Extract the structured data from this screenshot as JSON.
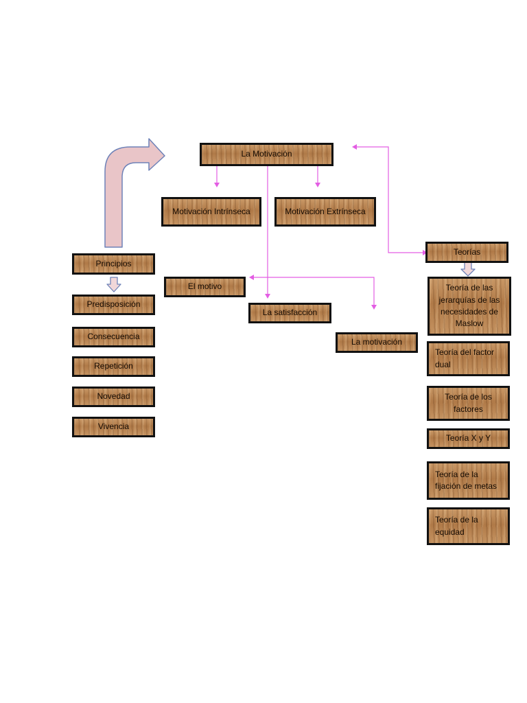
{
  "colors": {
    "arrow": "#e35de3",
    "box_fill": "#b98350",
    "box_border": "#111111",
    "big_arrow_fill": "#e9c5c8",
    "big_arrow_stroke": "#6e82b8",
    "small_arrow_fill": "#f1d7d9"
  },
  "nodes": {
    "motivacion": "La Motivación",
    "intrinseca": "Motivación Intrínseca",
    "extrinseca": "Motivación Extrínseca",
    "teorias": "Teorías",
    "principios": "Principios",
    "motivo": "El motivo",
    "satisfaccion": "La satisfacción",
    "la_motivacion": "La motivación",
    "predisposicion": "Predisposición",
    "consecuencia": "Consecuencia",
    "repeticion": "Repetición",
    "novedad": "Novedad",
    "vivencia": "Vivencia",
    "teoria_jerarquias": "Teoría de las jerarquías de las necesidades de Maslow",
    "teoria_factor_dual": "Teoría del factor dual",
    "teoria_factores": "Teoría de los factores",
    "teoria_xy": "Teoría X y Y",
    "teoria_fijacion": "Teoría de la fijación de metas",
    "teoria_equidad": "Teoría de la equidad"
  }
}
